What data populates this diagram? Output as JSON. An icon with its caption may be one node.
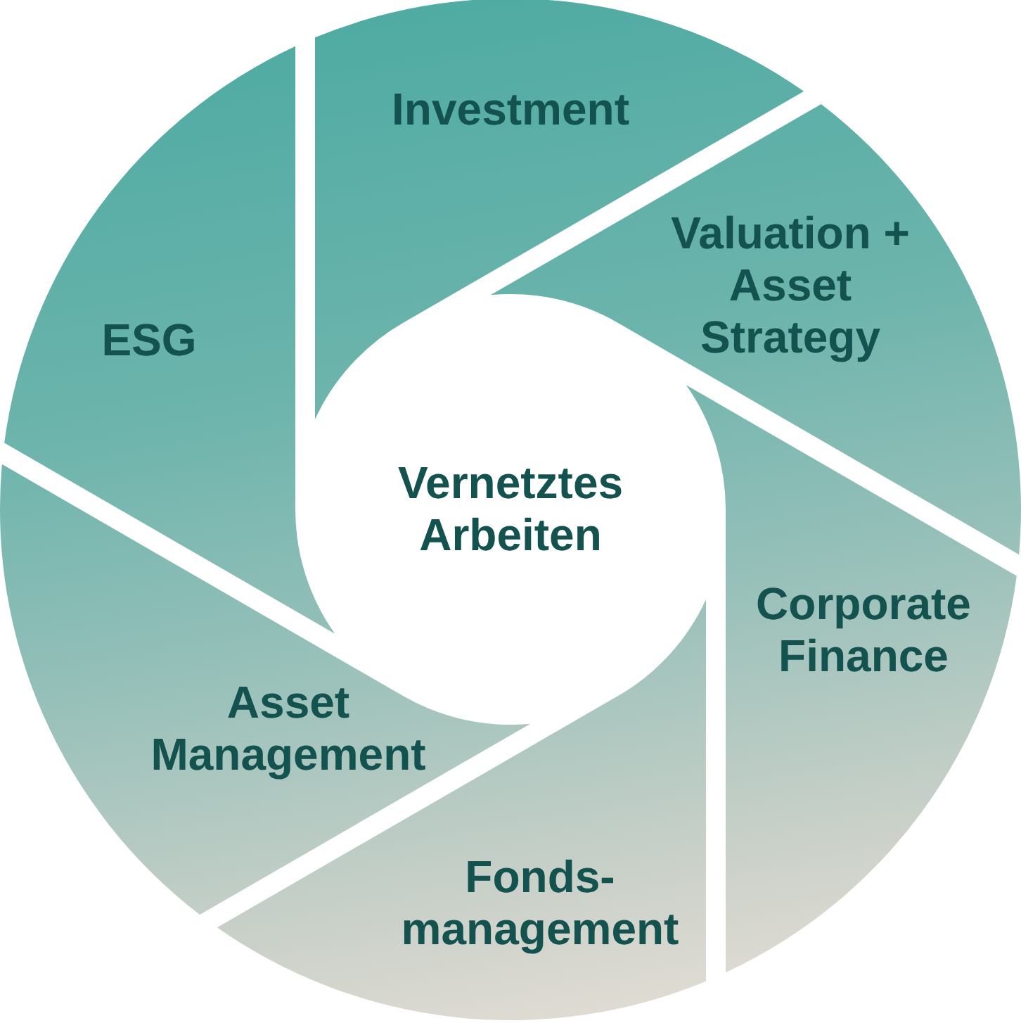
{
  "diagram": {
    "nodes": [
      {
        "text": [
          "Investment"
        ]
      },
      {
        "text": [
          "Valuation + Asset Strategy"
        ]
      },
      {
        "text": [
          "Corporate Finance"
        ]
      },
      {
        "text": [
          "Fonds- management"
        ]
      },
      {
        "text": [
          "Asset Management"
        ]
      },
      {
        "text": [
          "ESG"
        ]
      },
      {
        "text": [
          "Vernetztes Arbeiten"
        ]
      }
    ]
  }
}
